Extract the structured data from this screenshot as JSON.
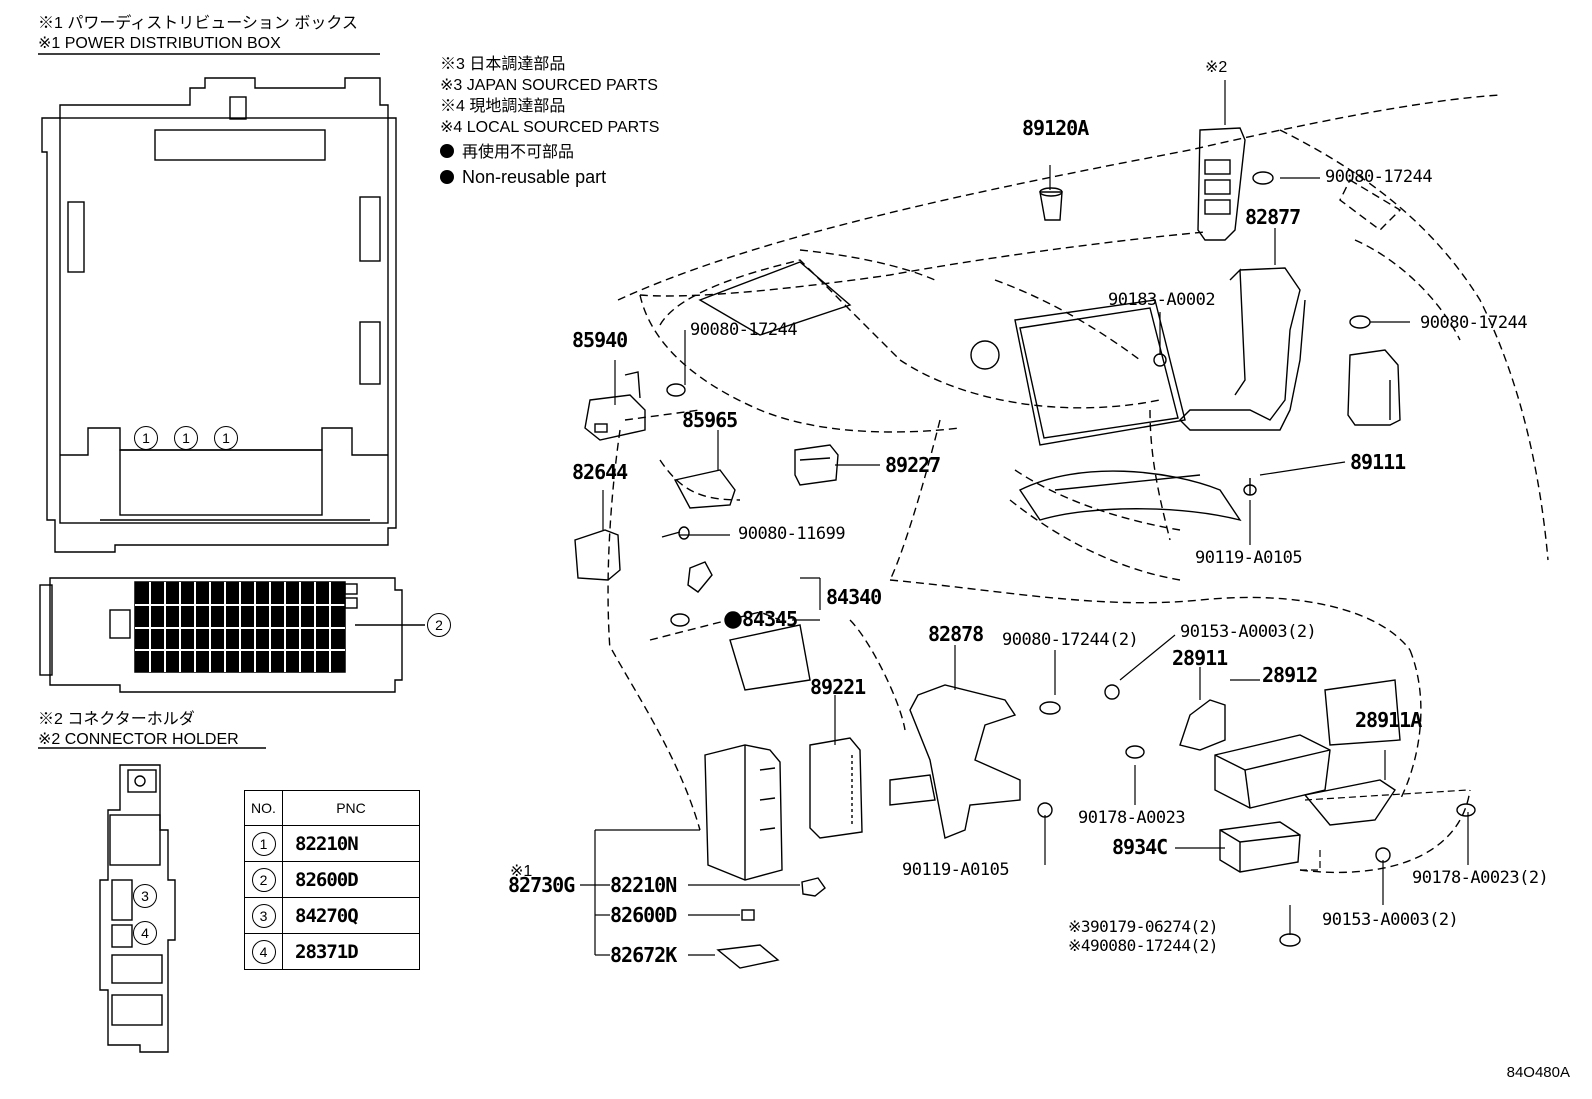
{
  "notes": {
    "box_ja": "※1 パワーディストリビューション ボックス",
    "box_en": "※1 POWER DISTRIBUTION BOX",
    "holder_ja": "※2 コネクターホルダ",
    "holder_en": "※2 CONNECTOR HOLDER",
    "japan_ja": "※3 日本調達部品",
    "japan_en": "※3 JAPAN SOURCED PARTS",
    "local_ja": "※4 現地調達部品",
    "local_en": "※4 LOCAL SOURCED PARTS",
    "nonreuse_ja": "再使用不可部品",
    "nonreuse_en": "Non-reusable part",
    "holder_mark": "※2",
    "box_mark": "※1"
  },
  "callouts": {
    "c1": "1",
    "c2": "2",
    "c3": "3",
    "c4": "4"
  },
  "table": {
    "header_no": "NO.",
    "header_pnc": "PNC",
    "rows": [
      {
        "no": "1",
        "pnc": "82210N"
      },
      {
        "no": "2",
        "pnc": "82600D"
      },
      {
        "no": "3",
        "pnc": "84270Q"
      },
      {
        "no": "4",
        "pnc": "28371D"
      }
    ]
  },
  "parts": {
    "p89120A": "89120A",
    "p90080_17244_a": "90080-17244",
    "p82877": "82877",
    "p90183_A0002": "90183-A0002",
    "p90080_17244_b": "90080-17244",
    "p85940": "85940",
    "p90080_17244_c": "90080-17244",
    "p85965": "85965",
    "p89227": "89227",
    "p89111": "89111",
    "p82644": "82644",
    "p90080_11699": "90080-11699",
    "p90119_A0105_a": "90119-A0105",
    "p84340": "84340",
    "p84345": "84345",
    "p82878": "82878",
    "p90080_17244_2": "90080-17244(2)",
    "p90153_A0003_2a": "90153-A0003(2)",
    "p28911": "28911",
    "p28912": "28912",
    "p89221": "89221",
    "p28911A": "28911A",
    "p90178_A0023": "90178-A0023",
    "p8934C": "8934C",
    "p90119_A0105_b": "90119-A0105",
    "p90178_A0023_2": "90178-A0023(2)",
    "p82730G": "82730G",
    "p82210N": "82210N",
    "p82600D": "82600D",
    "p82672K": "82672K",
    "p90153_A0003_2b": "90153-A0003(2)",
    "p90179_06274_2": "※390179-06274(2)",
    "p90080_17244_2b": "※490080-17244(2)"
  },
  "reference": "84O480A"
}
